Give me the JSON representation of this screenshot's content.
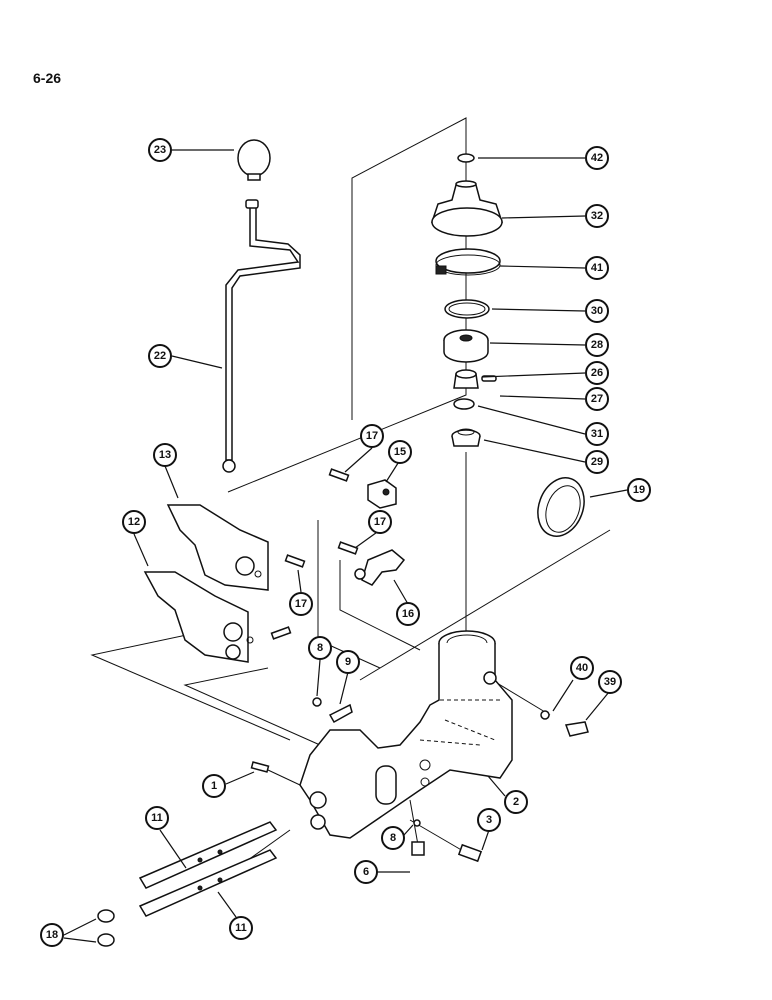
{
  "page": {
    "number": "6-26"
  },
  "callouts": [
    "23",
    "42",
    "32",
    "41",
    "30",
    "28",
    "26",
    "27",
    "31",
    "29",
    "22",
    "17",
    "15",
    "13",
    "12",
    "17",
    "17",
    "16",
    "19",
    "8",
    "9",
    "40",
    "39",
    "1",
    "2",
    "3",
    "11",
    "8",
    "6",
    "11",
    "18"
  ]
}
